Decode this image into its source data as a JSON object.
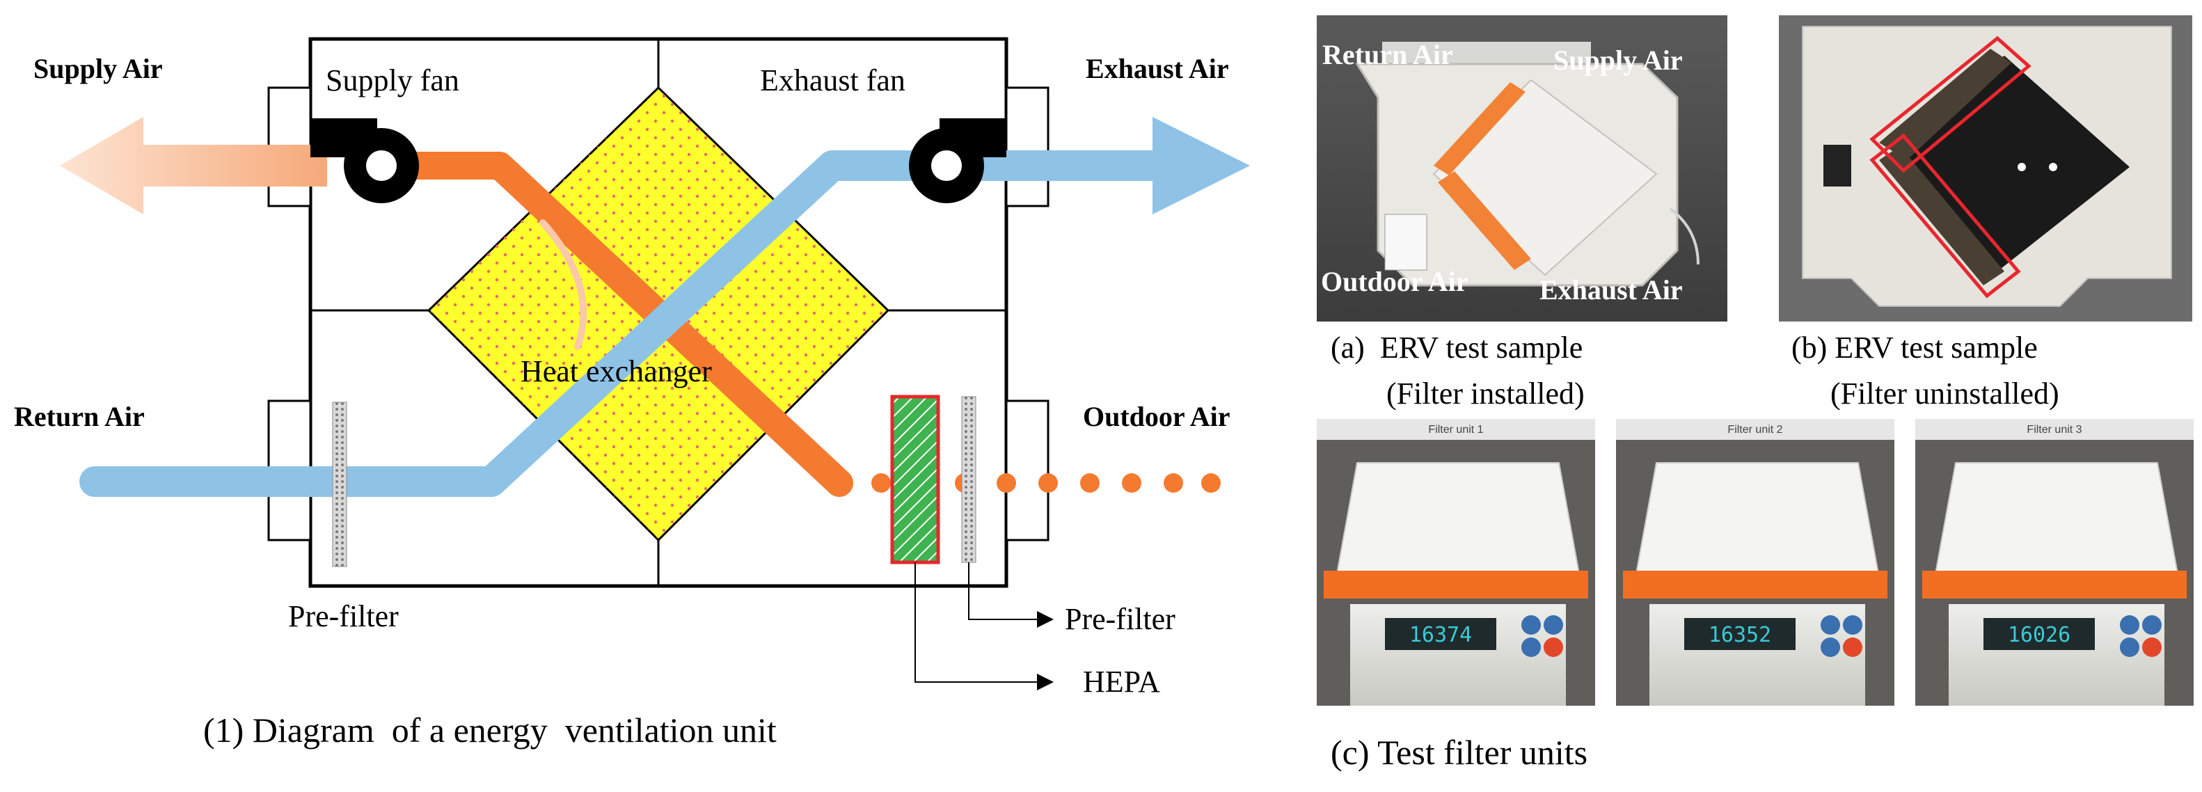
{
  "diagram": {
    "labels": {
      "supply_air": "Supply Air",
      "exhaust_air": "Exhaust Air",
      "return_air": "Return Air",
      "outdoor_air": "Outdoor Air",
      "supply_fan": "Supply fan",
      "exhaust_fan": "Exhaust fan",
      "heat_exchanger": "Heat exchanger",
      "pre_filter_left": "Pre-filter",
      "pre_filter_right": "Pre-filter",
      "hepa": "HEPA"
    },
    "caption": "(1) Diagram  of a energy  ventilation unit",
    "colors": {
      "exchanger_fill": "#ffff2e",
      "hot_air": "#f47a30",
      "cold_air": "#8ec3e6",
      "hepa_fill": "#3fb34f",
      "hepa_border": "#e8262e"
    }
  },
  "photos": {
    "sample_a": {
      "caption_line1": "(a)  ERV test sample",
      "caption_line2": "(Filter installed)",
      "overlay": {
        "return_air": "Return Air",
        "supply_air": "Supply Air",
        "outdoor_air": "Outdoor Air",
        "exhaust_air": "Exhaust Air"
      }
    },
    "sample_b": {
      "caption_line1": "(b) ERV test sample",
      "caption_line2": "(Filter uninstalled)"
    },
    "filter_units": {
      "caption": "(c) Test filter units",
      "units": [
        {
          "tab": "Filter unit 1",
          "reading": "16374"
        },
        {
          "tab": "Filter unit 2",
          "reading": "16352"
        },
        {
          "tab": "Filter unit 3",
          "reading": "16026"
        }
      ]
    }
  }
}
